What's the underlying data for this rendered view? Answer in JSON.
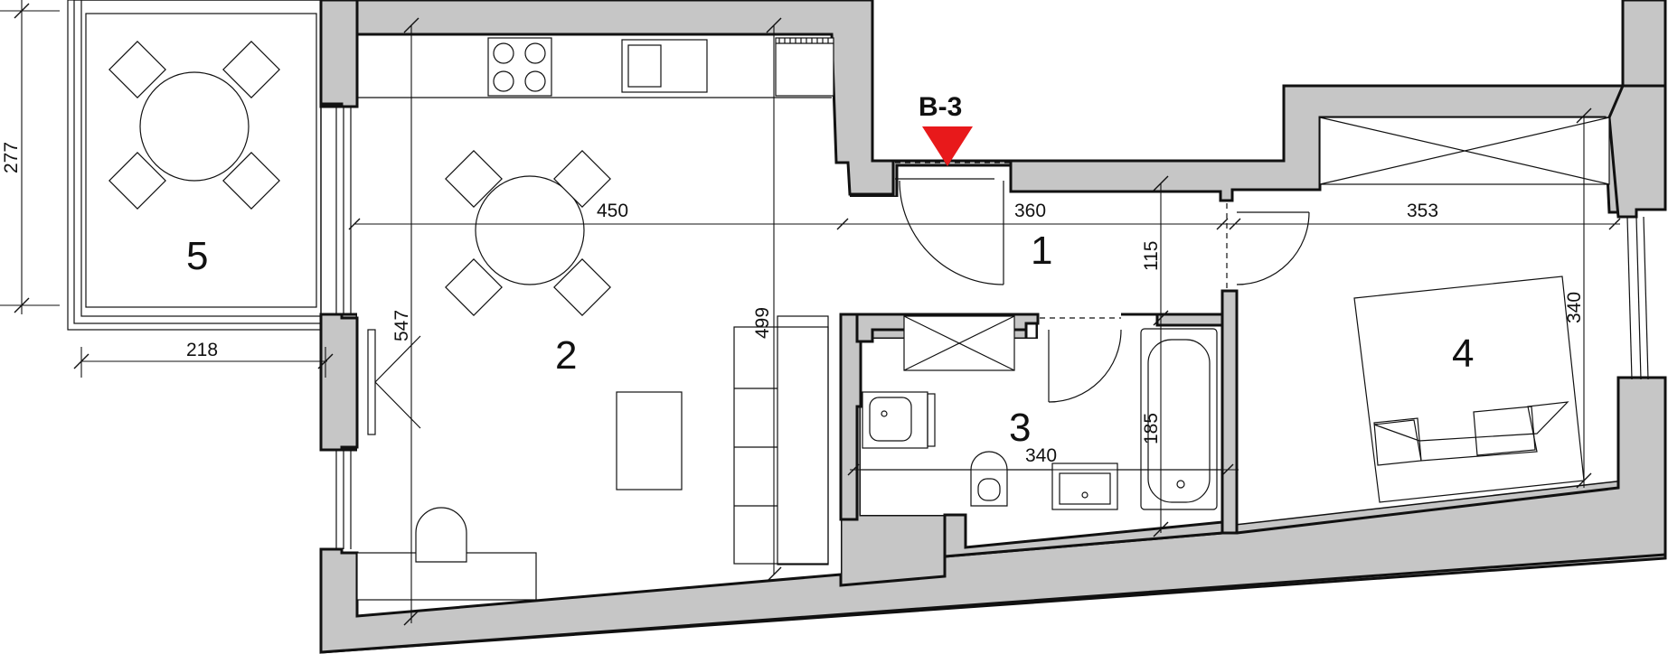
{
  "marker": {
    "label": "B-3",
    "color": "#e8191b"
  },
  "rooms": {
    "r1": "1",
    "r2": "2",
    "r3": "3",
    "r4": "4",
    "r5": "5"
  },
  "dimensions": {
    "d450": "450",
    "d360": "360",
    "d353": "353",
    "d115": "115",
    "d499": "499",
    "d547": "547",
    "d340_bed": "340",
    "d340_bath": "340",
    "d185": "185",
    "d277": "277",
    "d218": "218"
  },
  "colors": {
    "wall_fill": "#c6c6c6",
    "line": "#111111"
  }
}
